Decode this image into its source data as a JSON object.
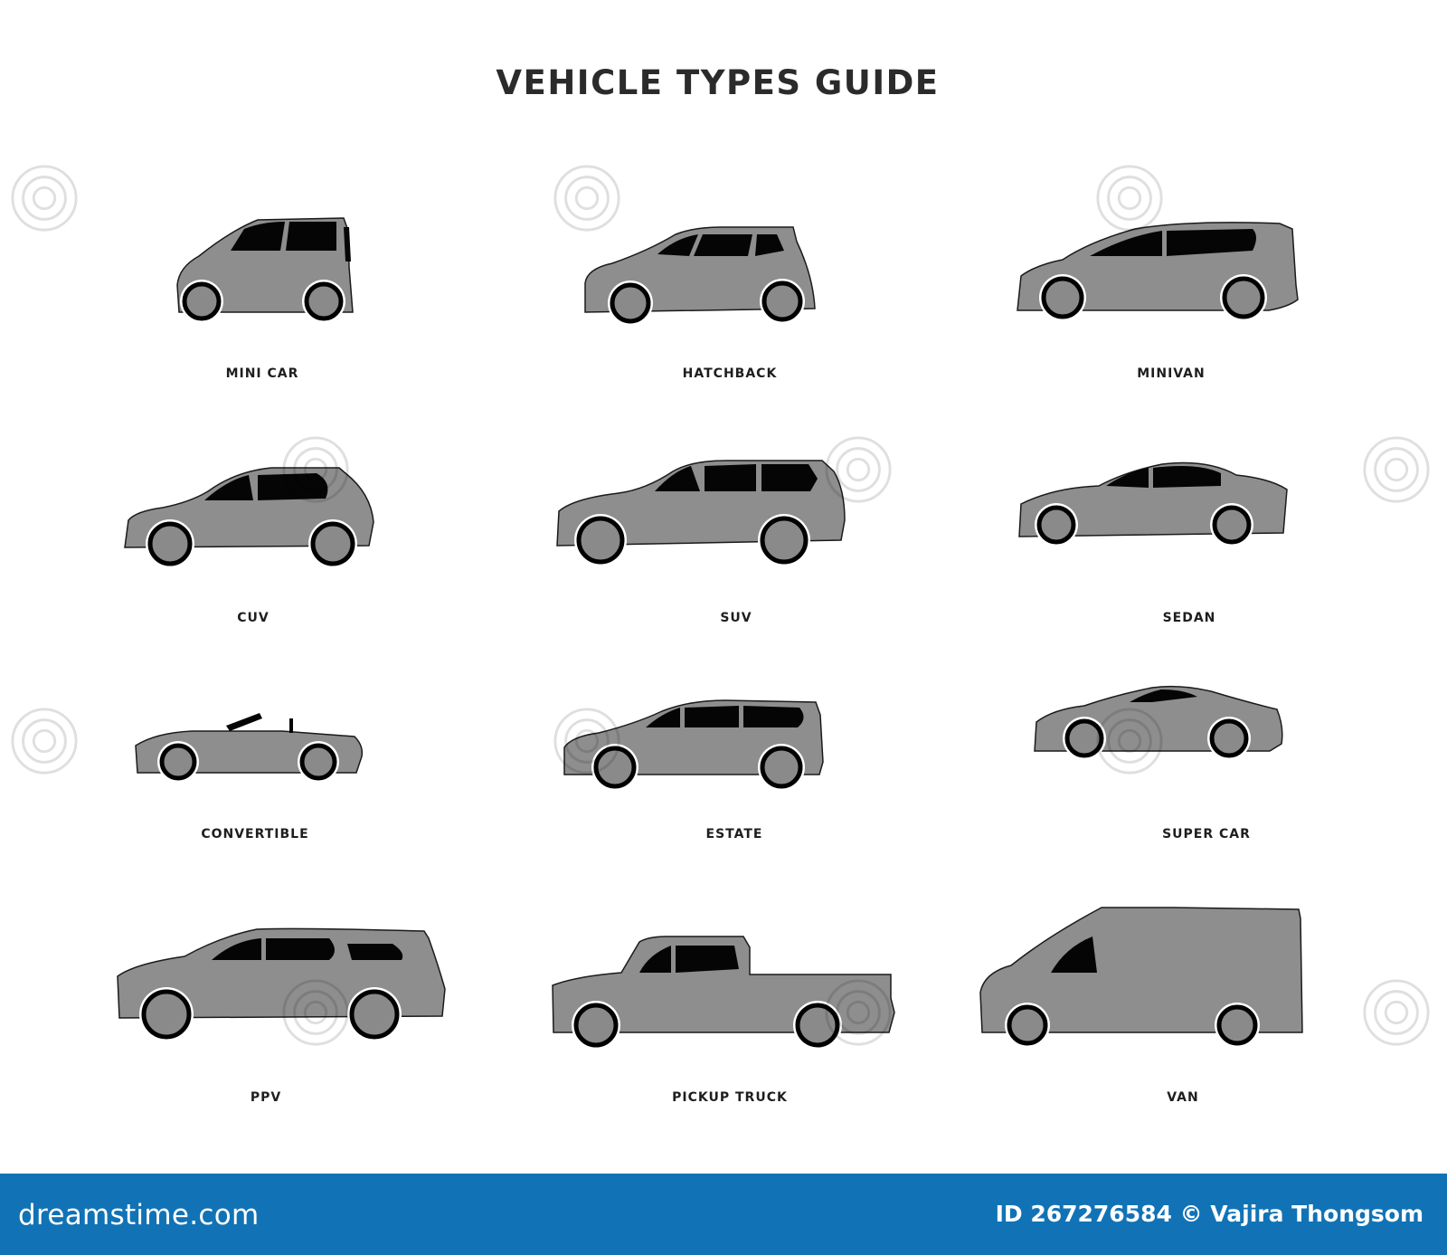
{
  "title": "VEHICLE TYPES GUIDE",
  "colors": {
    "background": "#ffffff",
    "car_body": "#8e8e8e",
    "window": "#050505",
    "footer": "#1173b6"
  },
  "vehicles": [
    {
      "label": "MINI CAR",
      "shape": "mini"
    },
    {
      "label": "HATCHBACK",
      "shape": "hatchback"
    },
    {
      "label": "MINIVAN",
      "shape": "minivan"
    },
    {
      "label": "CUV",
      "shape": "cuv"
    },
    {
      "label": "SUV",
      "shape": "suv"
    },
    {
      "label": "SEDAN",
      "shape": "sedan"
    },
    {
      "label": "CONVERTIBLE",
      "shape": "convertible"
    },
    {
      "label": "ESTATE",
      "shape": "estate"
    },
    {
      "label": "SUPER CAR",
      "shape": "supercar"
    },
    {
      "label": "PPV",
      "shape": "ppv"
    },
    {
      "label": "PICKUP TRUCK",
      "shape": "pickup"
    },
    {
      "label": "VAN",
      "shape": "van"
    }
  ],
  "footer": {
    "brand": "dreamstime.com",
    "credit": "ID 267276584 © Vajira Thongsom"
  }
}
